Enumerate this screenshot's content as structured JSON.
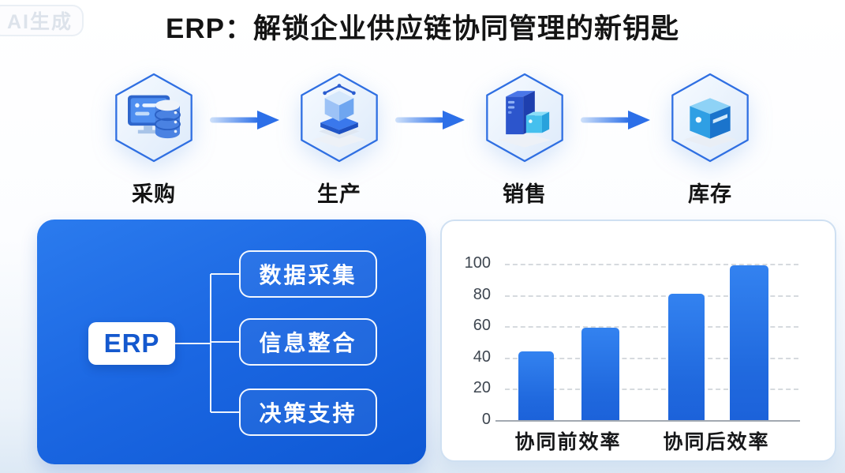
{
  "watermark": {
    "label": "AI生成"
  },
  "title": "ERP：解锁企业供应链协同管理的新钥匙",
  "flow": {
    "steps": [
      {
        "label": "采购",
        "icon": "monitor-database-icon"
      },
      {
        "label": "生产",
        "icon": "production-stack-icon"
      },
      {
        "label": "销售",
        "icon": "server-towers-icon"
      },
      {
        "label": "库存",
        "icon": "storage-box-icon"
      }
    ],
    "arrow_icon": "right-arrow-icon"
  },
  "erp_panel": {
    "root_label": "ERP",
    "branches": [
      "数据采集",
      "信息整合",
      "决策支持"
    ]
  },
  "chart_data": {
    "type": "bar",
    "title": "",
    "xlabel": "",
    "ylabel": "",
    "categories": [
      "协同前效率",
      "协同后效率"
    ],
    "values": [
      [
        44,
        59
      ],
      [
        81,
        99
      ]
    ],
    "yticks": [
      0,
      20,
      40,
      60,
      80,
      100
    ],
    "ylim": [
      0,
      100
    ],
    "grid": "dashed-horizontal",
    "legend": "none",
    "bar_color": "#2573e8"
  },
  "colors": {
    "panel_blue": "#1b67e2",
    "accent_blue": "#2c6fe8",
    "hex_border": "#2f6fe2",
    "bar_blue": "#2573e8",
    "erp_text": "#1458ce"
  }
}
